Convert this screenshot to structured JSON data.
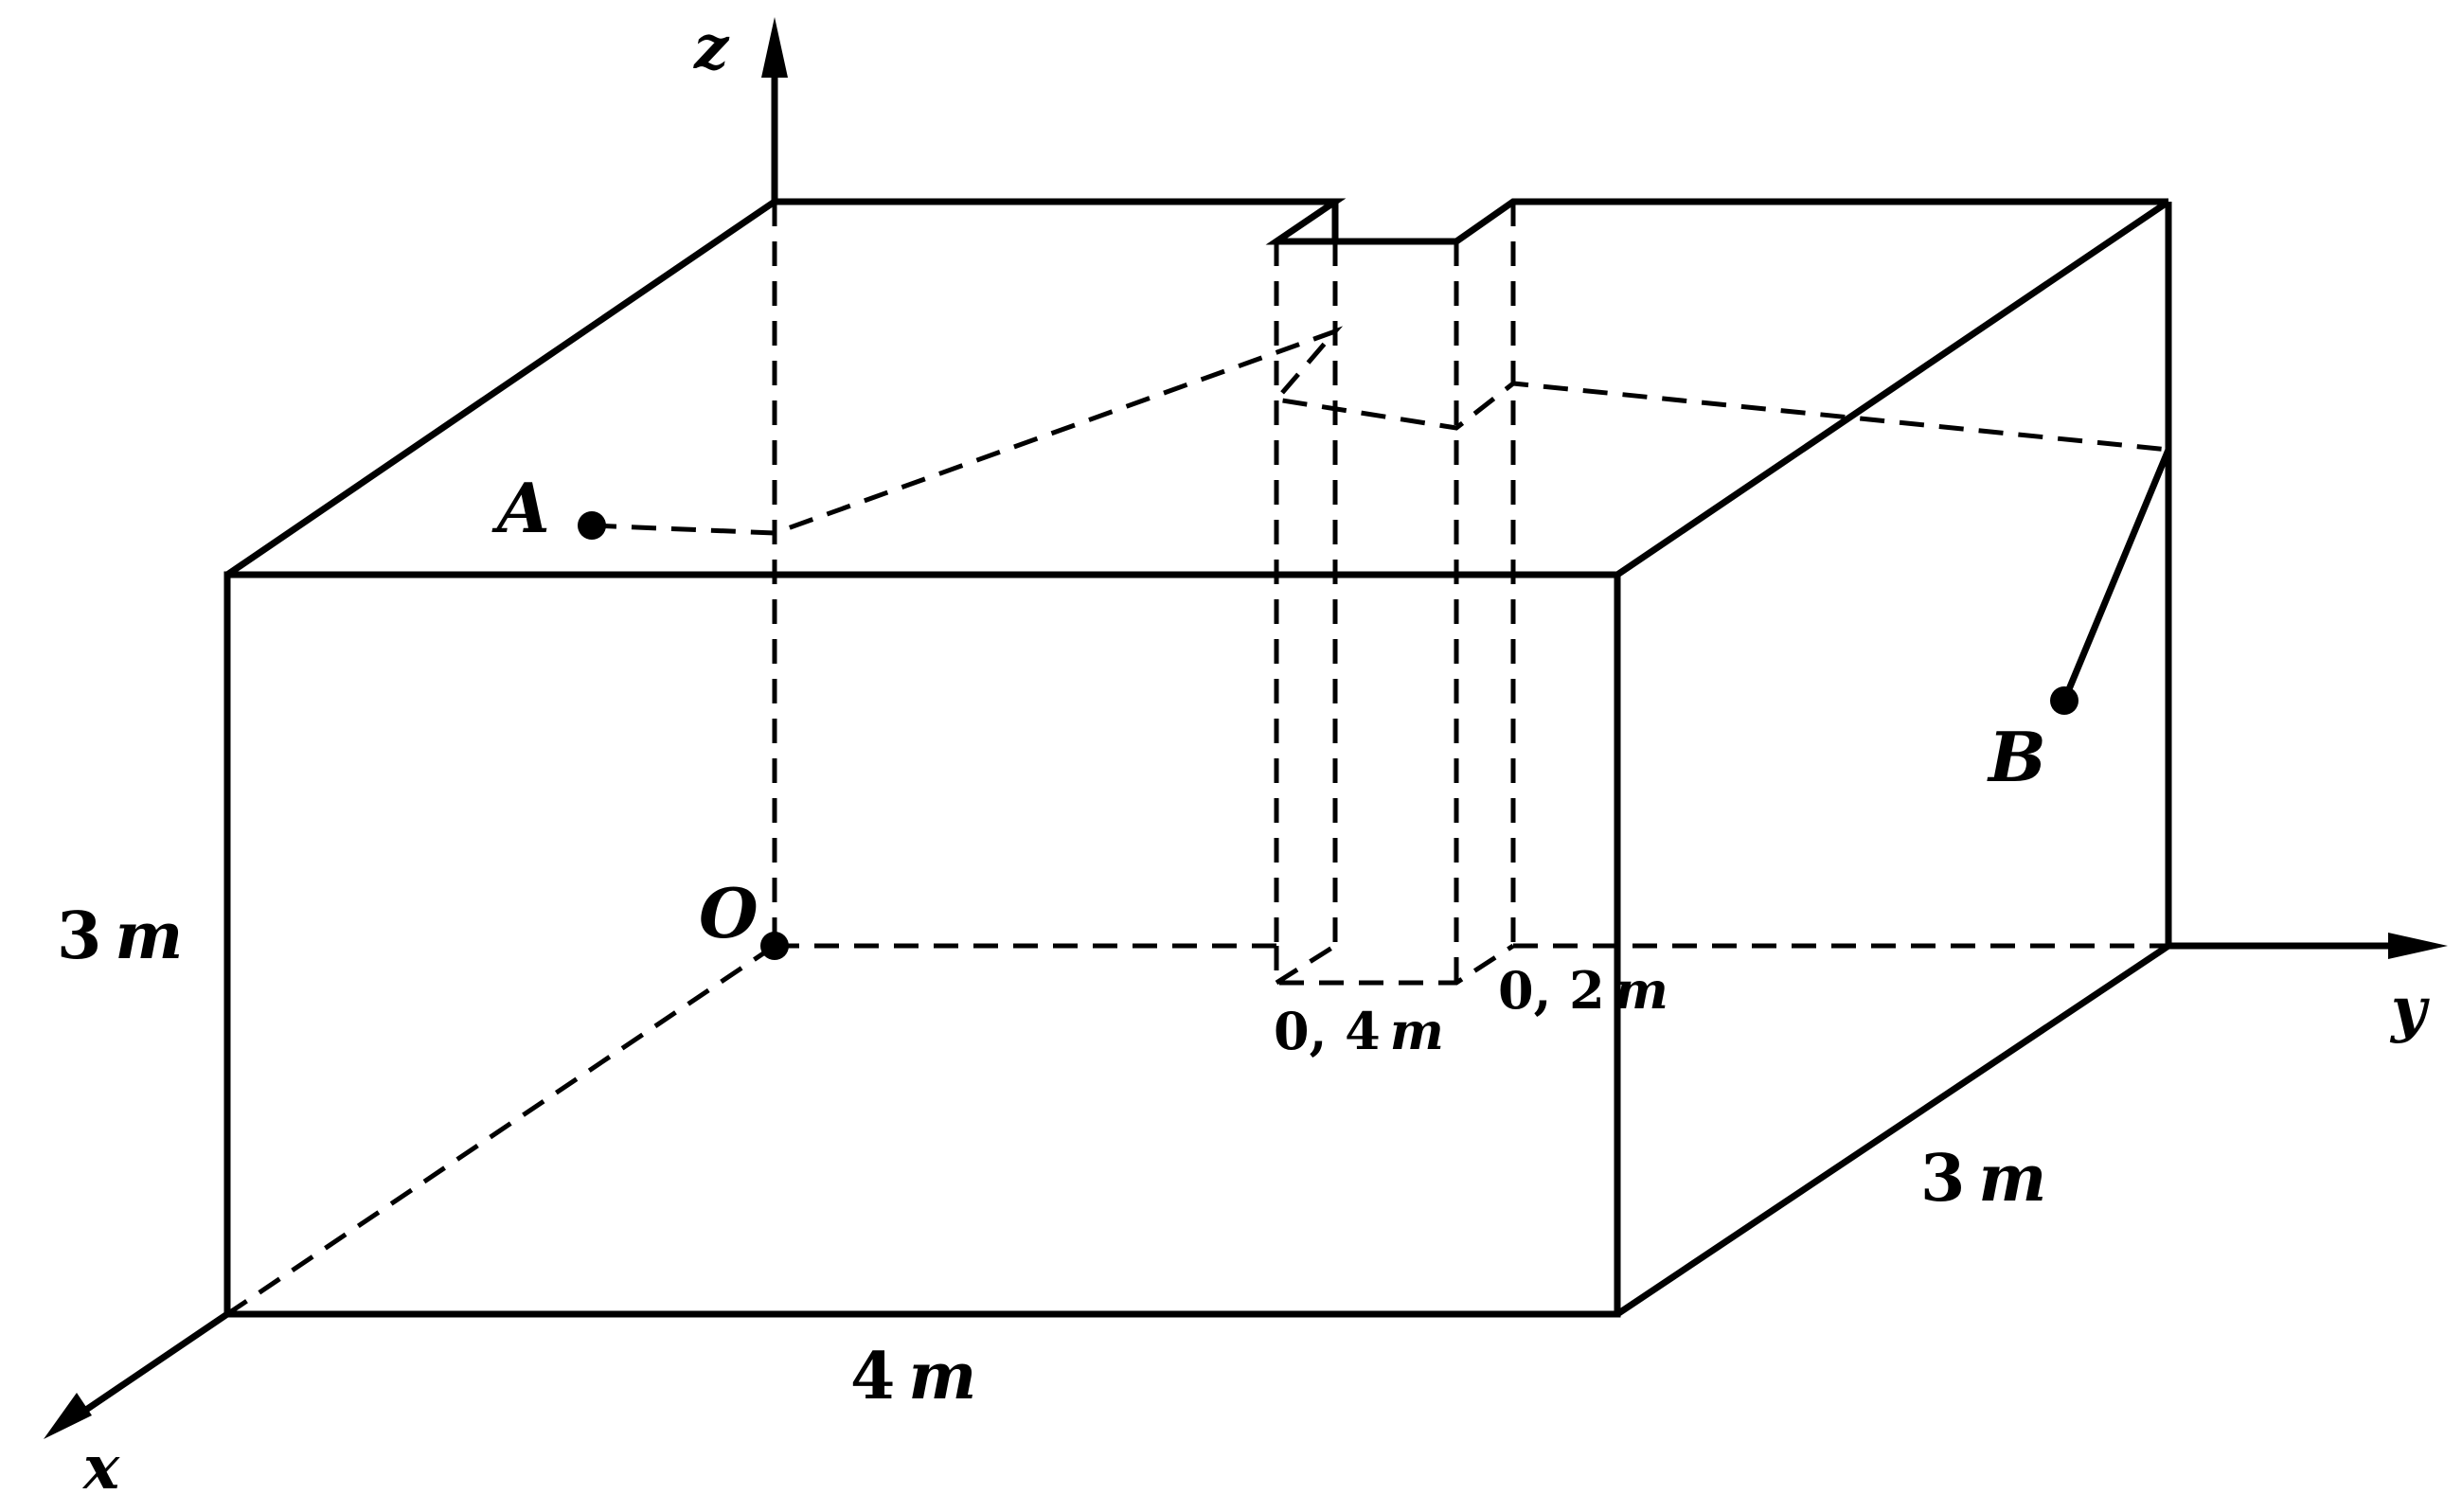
{
  "axes": {
    "x_label": "x",
    "y_label": "y",
    "z_label": "z"
  },
  "points": {
    "origin": "O",
    "a": "A",
    "b": "B"
  },
  "dimensions": {
    "height": {
      "value": "3",
      "unit": "m"
    },
    "length": {
      "value": "4",
      "unit": "m"
    },
    "depth": {
      "value": "3",
      "unit": "m"
    },
    "slot_depth": {
      "value": "0, 4",
      "unit": "m"
    },
    "slot_width": {
      "value": "0, 2",
      "unit": "m"
    }
  }
}
